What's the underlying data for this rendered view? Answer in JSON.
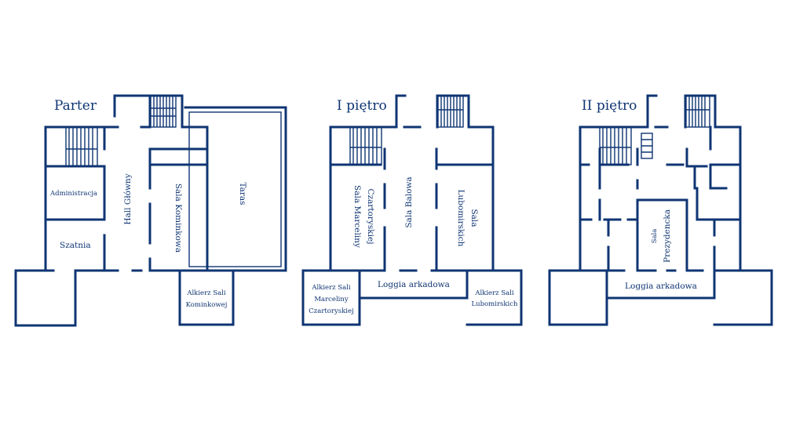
{
  "colors": {
    "ink": "#0f3573",
    "background": "#ffffff"
  },
  "floors": [
    {
      "title": "Parter",
      "rooms": {
        "administracja": "Administracja",
        "szatnia": "Szatnia",
        "hall": "Hall Główny",
        "kominkowa": "Sala Kominkowa",
        "taras": "Taras",
        "alkierz_line1": "Alkierz Sali",
        "alkierz_line2": "Kominkowej"
      }
    },
    {
      "title": "I piętro",
      "rooms": {
        "marceliny_line1": "Sala Marceliny",
        "marceliny_line2": "Czartoryskiej",
        "balowa": "Sala Balowa",
        "lubomirskich_line1": "Sala",
        "lubomirskich_line2": "Lubomirskich",
        "loggia": "Loggia arkadowa",
        "alkierz_left_line1": "Alkierz Sali",
        "alkierz_left_line2": "Marceliny",
        "alkierz_left_line3": "Czartoryskiej",
        "alkierz_right_line1": "Alkierz Sali",
        "alkierz_right_line2": "Lubomirskich"
      }
    },
    {
      "title": "II piętro",
      "rooms": {
        "prezydencka_line1": "Sala",
        "prezydencka_line2": "Prezydencka",
        "loggia": "Loggia arkadowa"
      }
    }
  ]
}
